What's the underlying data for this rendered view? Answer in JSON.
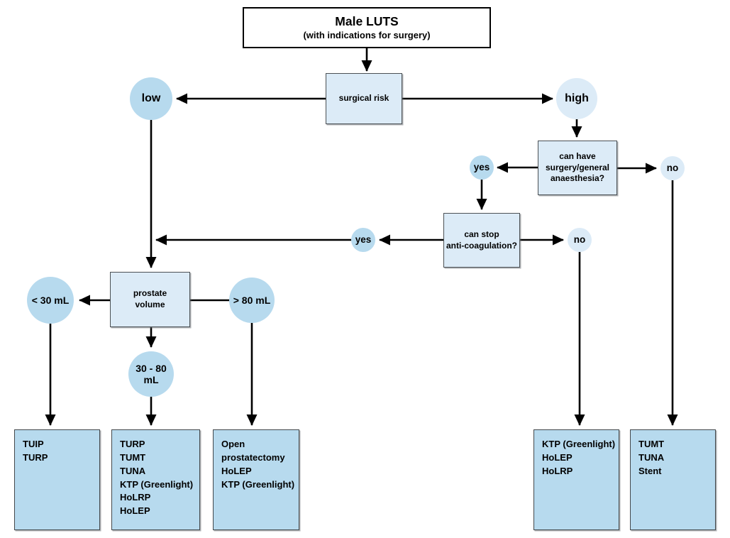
{
  "title": {
    "heading": "Male LUTS",
    "subheading": "(with indications for surgery)"
  },
  "decisions": {
    "surgical_risk": "surgical risk",
    "anaesthesia": "can have\nsurgery/general\nanaesthesia?",
    "anticoagulation": "can stop\nanti-coagulation?",
    "prostate_volume": "prostate\nvolume"
  },
  "branches": {
    "low": "low",
    "high": "high",
    "yes_anaesthesia": "yes",
    "no_anaesthesia": "no",
    "yes_anticoagulation": "yes",
    "no_anticoagulation": "no",
    "volume_lt30": "< 30 mL",
    "volume_gt80": "> 80 mL",
    "volume_mid": "30 - 80\nmL"
  },
  "results": {
    "lt30": {
      "items": [
        "TUIP",
        "TURP"
      ]
    },
    "mid": {
      "items": [
        "TURP",
        "TUMT",
        "TUNA",
        "KTP (Greenlight)",
        "HoLRP",
        "HoLEP"
      ]
    },
    "gt80": {
      "items": [
        "Open prostatectomy",
        "HoLEP",
        "KTP (Greenlight)"
      ]
    },
    "no_anticoagulation": {
      "items": [
        "KTP (Greenlight)",
        "HoLEP",
        "HoLRP"
      ]
    },
    "no_anaesthesia": {
      "items": [
        "TUMT",
        "TUNA",
        "Stent"
      ]
    }
  },
  "colors": {
    "node_medium_blue": "#b7daee",
    "node_light_blue": "#dcebf7",
    "decision_fill": "#dcebf7",
    "result_fill": "#b7daee",
    "line_color": "#000000",
    "border_color": "#4b5054",
    "background": "#ffffff"
  }
}
